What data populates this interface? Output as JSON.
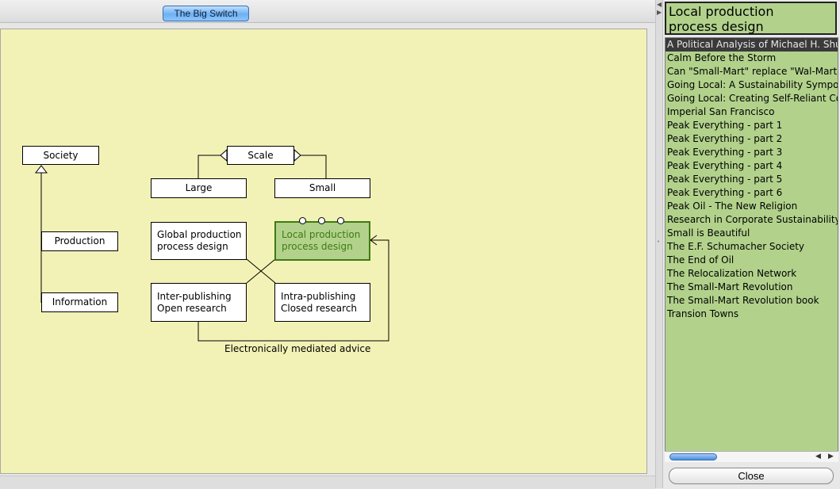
{
  "tab": {
    "label": "The Big Switch"
  },
  "diagram": {
    "nodes": {
      "society": "Society",
      "scale": "Scale",
      "large": "Large",
      "small": "Small",
      "production": "Production",
      "information": "Information",
      "global": "Global production\nprocess design",
      "local": "Local production\nprocess design",
      "inter": "Inter-publishing\nOpen research",
      "intra": "Intra-publishing\nClosed research"
    },
    "edge_label": "Electronically mediated advice"
  },
  "details": {
    "title": "Local production\nprocess design",
    "items": [
      "A Political Analysis of Michael H. Shuman",
      "Calm Before the Storm",
      "Can \"Small-Mart\" replace \"Wal-Mart\"?",
      "Going Local: A Sustainability Symposium",
      "Going Local: Creating Self-Reliant Communities",
      "Imperial San Francisco",
      "Peak Everything - part 1",
      "Peak Everything - part 2",
      "Peak Everything - part 3",
      "Peak Everything - part 4",
      "Peak Everything - part 5",
      "Peak Everything - part 6",
      "Peak Oil - The New Religion",
      "Research in Corporate Sustainability:",
      "Small is Beautiful",
      "The E.F. Schumacher Society",
      "The End of Oil",
      "The Relocalization Network",
      "The Small-Mart Revolution",
      "The Small-Mart Revolution book",
      "Transion Towns"
    ],
    "close_label": "Close"
  },
  "colors": {
    "canvas": "#f3f2b6",
    "selected_fill": "#b2d28c",
    "selected_border": "#3f7a12"
  }
}
